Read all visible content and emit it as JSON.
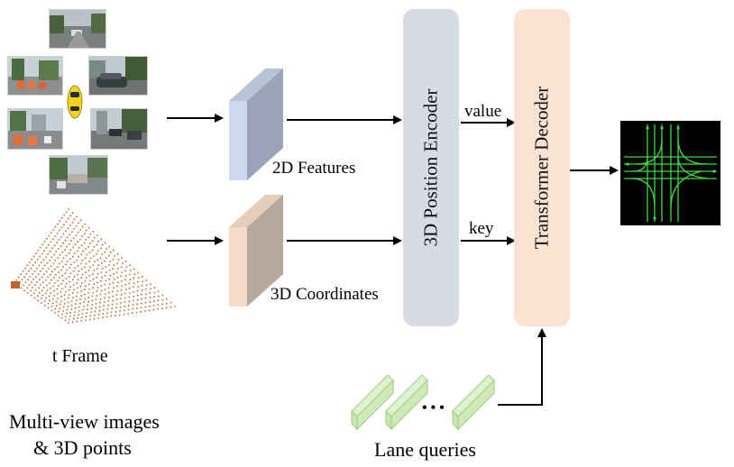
{
  "inputs": {
    "frame_label": "t  Frame",
    "caption_line1": "Multi-view images",
    "caption_line2": "& 3D points",
    "camera_views": [
      "front",
      "front-left",
      "front-right",
      "back-left",
      "back-right",
      "back"
    ]
  },
  "features": {
    "image_features_label": "2D Features",
    "coordinates_label": "3D Coordinates"
  },
  "encoder": {
    "label": "3D Position Encoder"
  },
  "decoder": {
    "label": "Transformer  Decoder",
    "value_label": "value",
    "key_label": "key"
  },
  "queries": {
    "label": "Lane queries",
    "ellipsis": "• • •"
  },
  "colors": {
    "encoder_fill": "#d6dbe4",
    "decoder_fill": "#fbe3d4",
    "features_front": "#cdd8ee",
    "features_side": "#9aa3b8",
    "coords_front": "#f6d9c6",
    "coords_side": "#b5a89c",
    "query_fill": "#dff2cf",
    "query_stroke": "#a8d08d",
    "lane_green": "#3fdc3f",
    "output_bg": "#000000",
    "point_cloud": "#c4622d",
    "car_yellow": "#f2d21b"
  }
}
